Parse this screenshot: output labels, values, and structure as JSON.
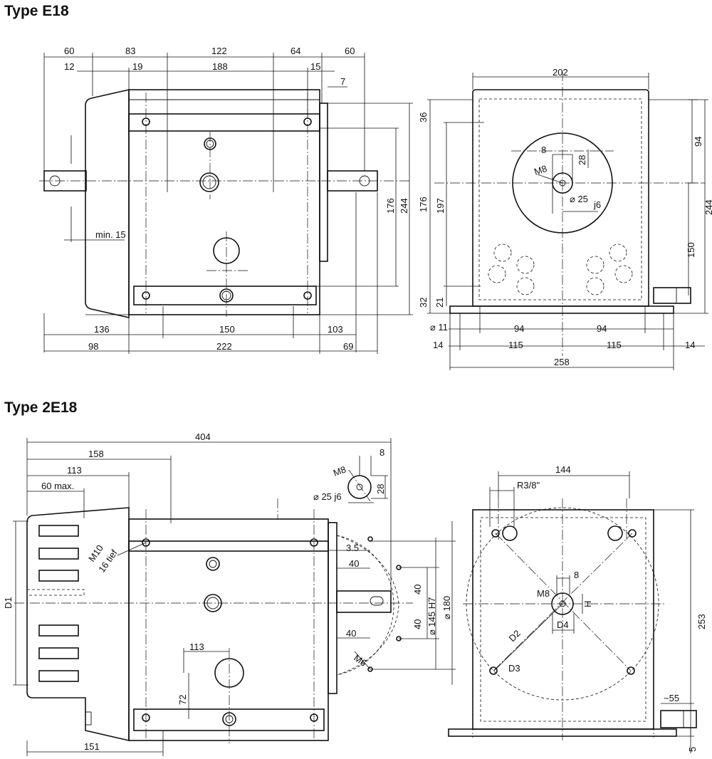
{
  "e18": {
    "title": "Type E18",
    "side": {
      "d60a": "60",
      "d83": "83",
      "d122": "122",
      "d64": "64",
      "d60b": "60",
      "d12": "12",
      "d19": "19",
      "d188": "188",
      "d15": "15",
      "d7": "7",
      "d176": "176",
      "d244": "244",
      "min15": "min. 15",
      "d136": "136",
      "d150": "150",
      "d103": "103",
      "d98": "98",
      "d222": "222",
      "d69": "69"
    },
    "front": {
      "d202": "202",
      "d36": "36",
      "d176": "176",
      "d197": "197",
      "d32": "32",
      "d21": "21",
      "d94v": "94",
      "d244": "244",
      "d150": "150",
      "d8": "8",
      "d28": "28",
      "m8": "M8",
      "d25": "⌀ 25",
      "j6": "j6",
      "d11": "⌀ 11",
      "d94a": "94",
      "d94b": "94",
      "d14a": "14",
      "d115a": "115",
      "d115b": "115",
      "d14b": "14",
      "d258": "258"
    }
  },
  "e2": {
    "title": "Type 2E18",
    "side": {
      "d404": "404",
      "d158": "158",
      "d113": "113",
      "d60max": "60  max.",
      "d8": "8",
      "m8": "M8",
      "d28": "28",
      "d25j6": "⌀ 25 j6",
      "d1": "D1",
      "m10": "M10",
      "tief": "16  tief",
      "d35": "3.5",
      "d40a": "40",
      "d40b": "40",
      "d40c": "40",
      "d40d": "40",
      "d145": "⌀ 145 H7",
      "d180": "⌀ 180",
      "m6": "M6",
      "d113b": "113",
      "d72": "72",
      "d151": "151"
    },
    "front": {
      "d144": "144",
      "r38": "R3/8\"",
      "d8": "8",
      "m8": "M8",
      "h": "H",
      "d4": "D4",
      "d2": "D2",
      "d3": "D3",
      "d253": "253",
      "d55": "~55",
      "d5": "5"
    }
  }
}
